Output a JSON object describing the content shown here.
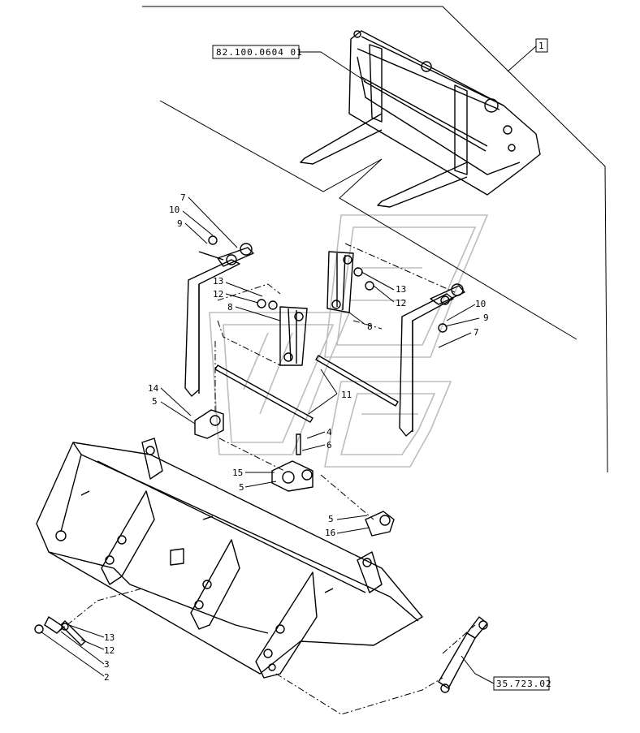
{
  "references": {
    "top_assembly": "82.100.0604 01",
    "cylinder_ref": "35.723.02",
    "box_marker": "1"
  },
  "callouts": [
    {
      "id": "c7a",
      "label": "7"
    },
    {
      "id": "c10a",
      "label": "10"
    },
    {
      "id": "c9a",
      "label": "9"
    },
    {
      "id": "c13a",
      "label": "13"
    },
    {
      "id": "c12a",
      "label": "12"
    },
    {
      "id": "c8a",
      "label": "8"
    },
    {
      "id": "c13b",
      "label": "13"
    },
    {
      "id": "c12b",
      "label": "12"
    },
    {
      "id": "c8b",
      "label": "8"
    },
    {
      "id": "c10b",
      "label": "10"
    },
    {
      "id": "c9b",
      "label": "9"
    },
    {
      "id": "c7b",
      "label": "7"
    },
    {
      "id": "c11",
      "label": "11"
    },
    {
      "id": "c14",
      "label": "14"
    },
    {
      "id": "c5a",
      "label": "5"
    },
    {
      "id": "c4",
      "label": "4"
    },
    {
      "id": "c6",
      "label": "6"
    },
    {
      "id": "c15",
      "label": "15"
    },
    {
      "id": "c5b",
      "label": "5"
    },
    {
      "id": "c5c",
      "label": "5"
    },
    {
      "id": "c16",
      "label": "16"
    },
    {
      "id": "c13c",
      "label": "13"
    },
    {
      "id": "c12c",
      "label": "12"
    },
    {
      "id": "c3",
      "label": "3"
    },
    {
      "id": "c2",
      "label": "2"
    }
  ]
}
